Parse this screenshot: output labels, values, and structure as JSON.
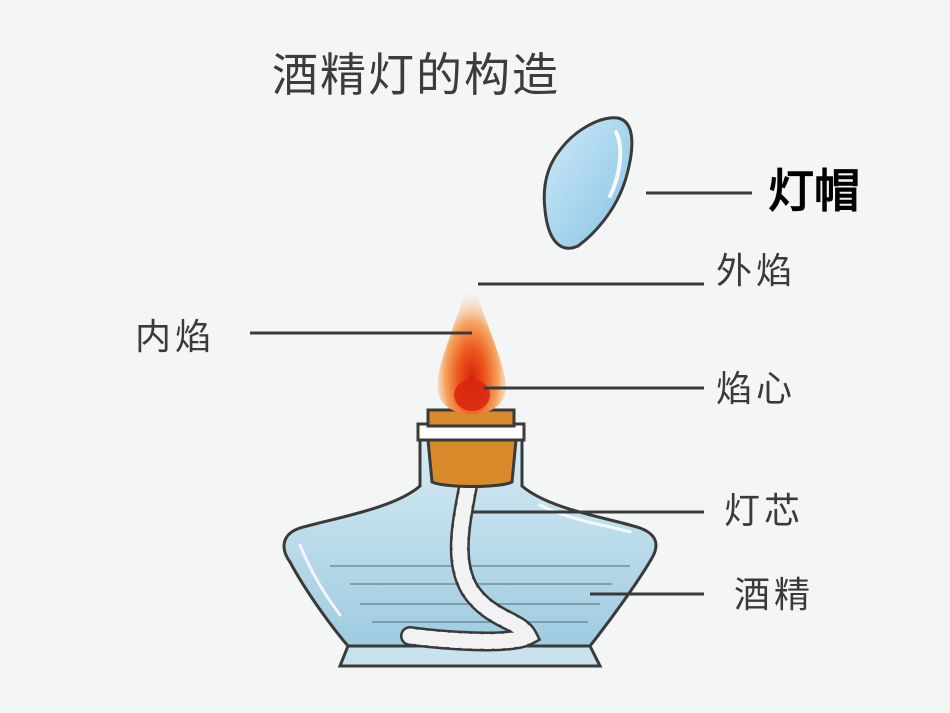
{
  "title": "酒精灯的构造",
  "labels": {
    "cap": "灯帽",
    "outer_flame": "外焰",
    "inner_flame": "内焰",
    "flame_core": "焰心",
    "wick": "灯芯",
    "alcohol": "酒精"
  },
  "colors": {
    "background": "#f4f5f5",
    "glass": "#bcdcea",
    "liquid": "#a9d0e3",
    "outline": "#3a3a3a",
    "wick_holder": "#d98a2a",
    "flame_core": "#e8401a",
    "flame_outer": "#f2a25a",
    "cap": "#a8d6ee"
  }
}
